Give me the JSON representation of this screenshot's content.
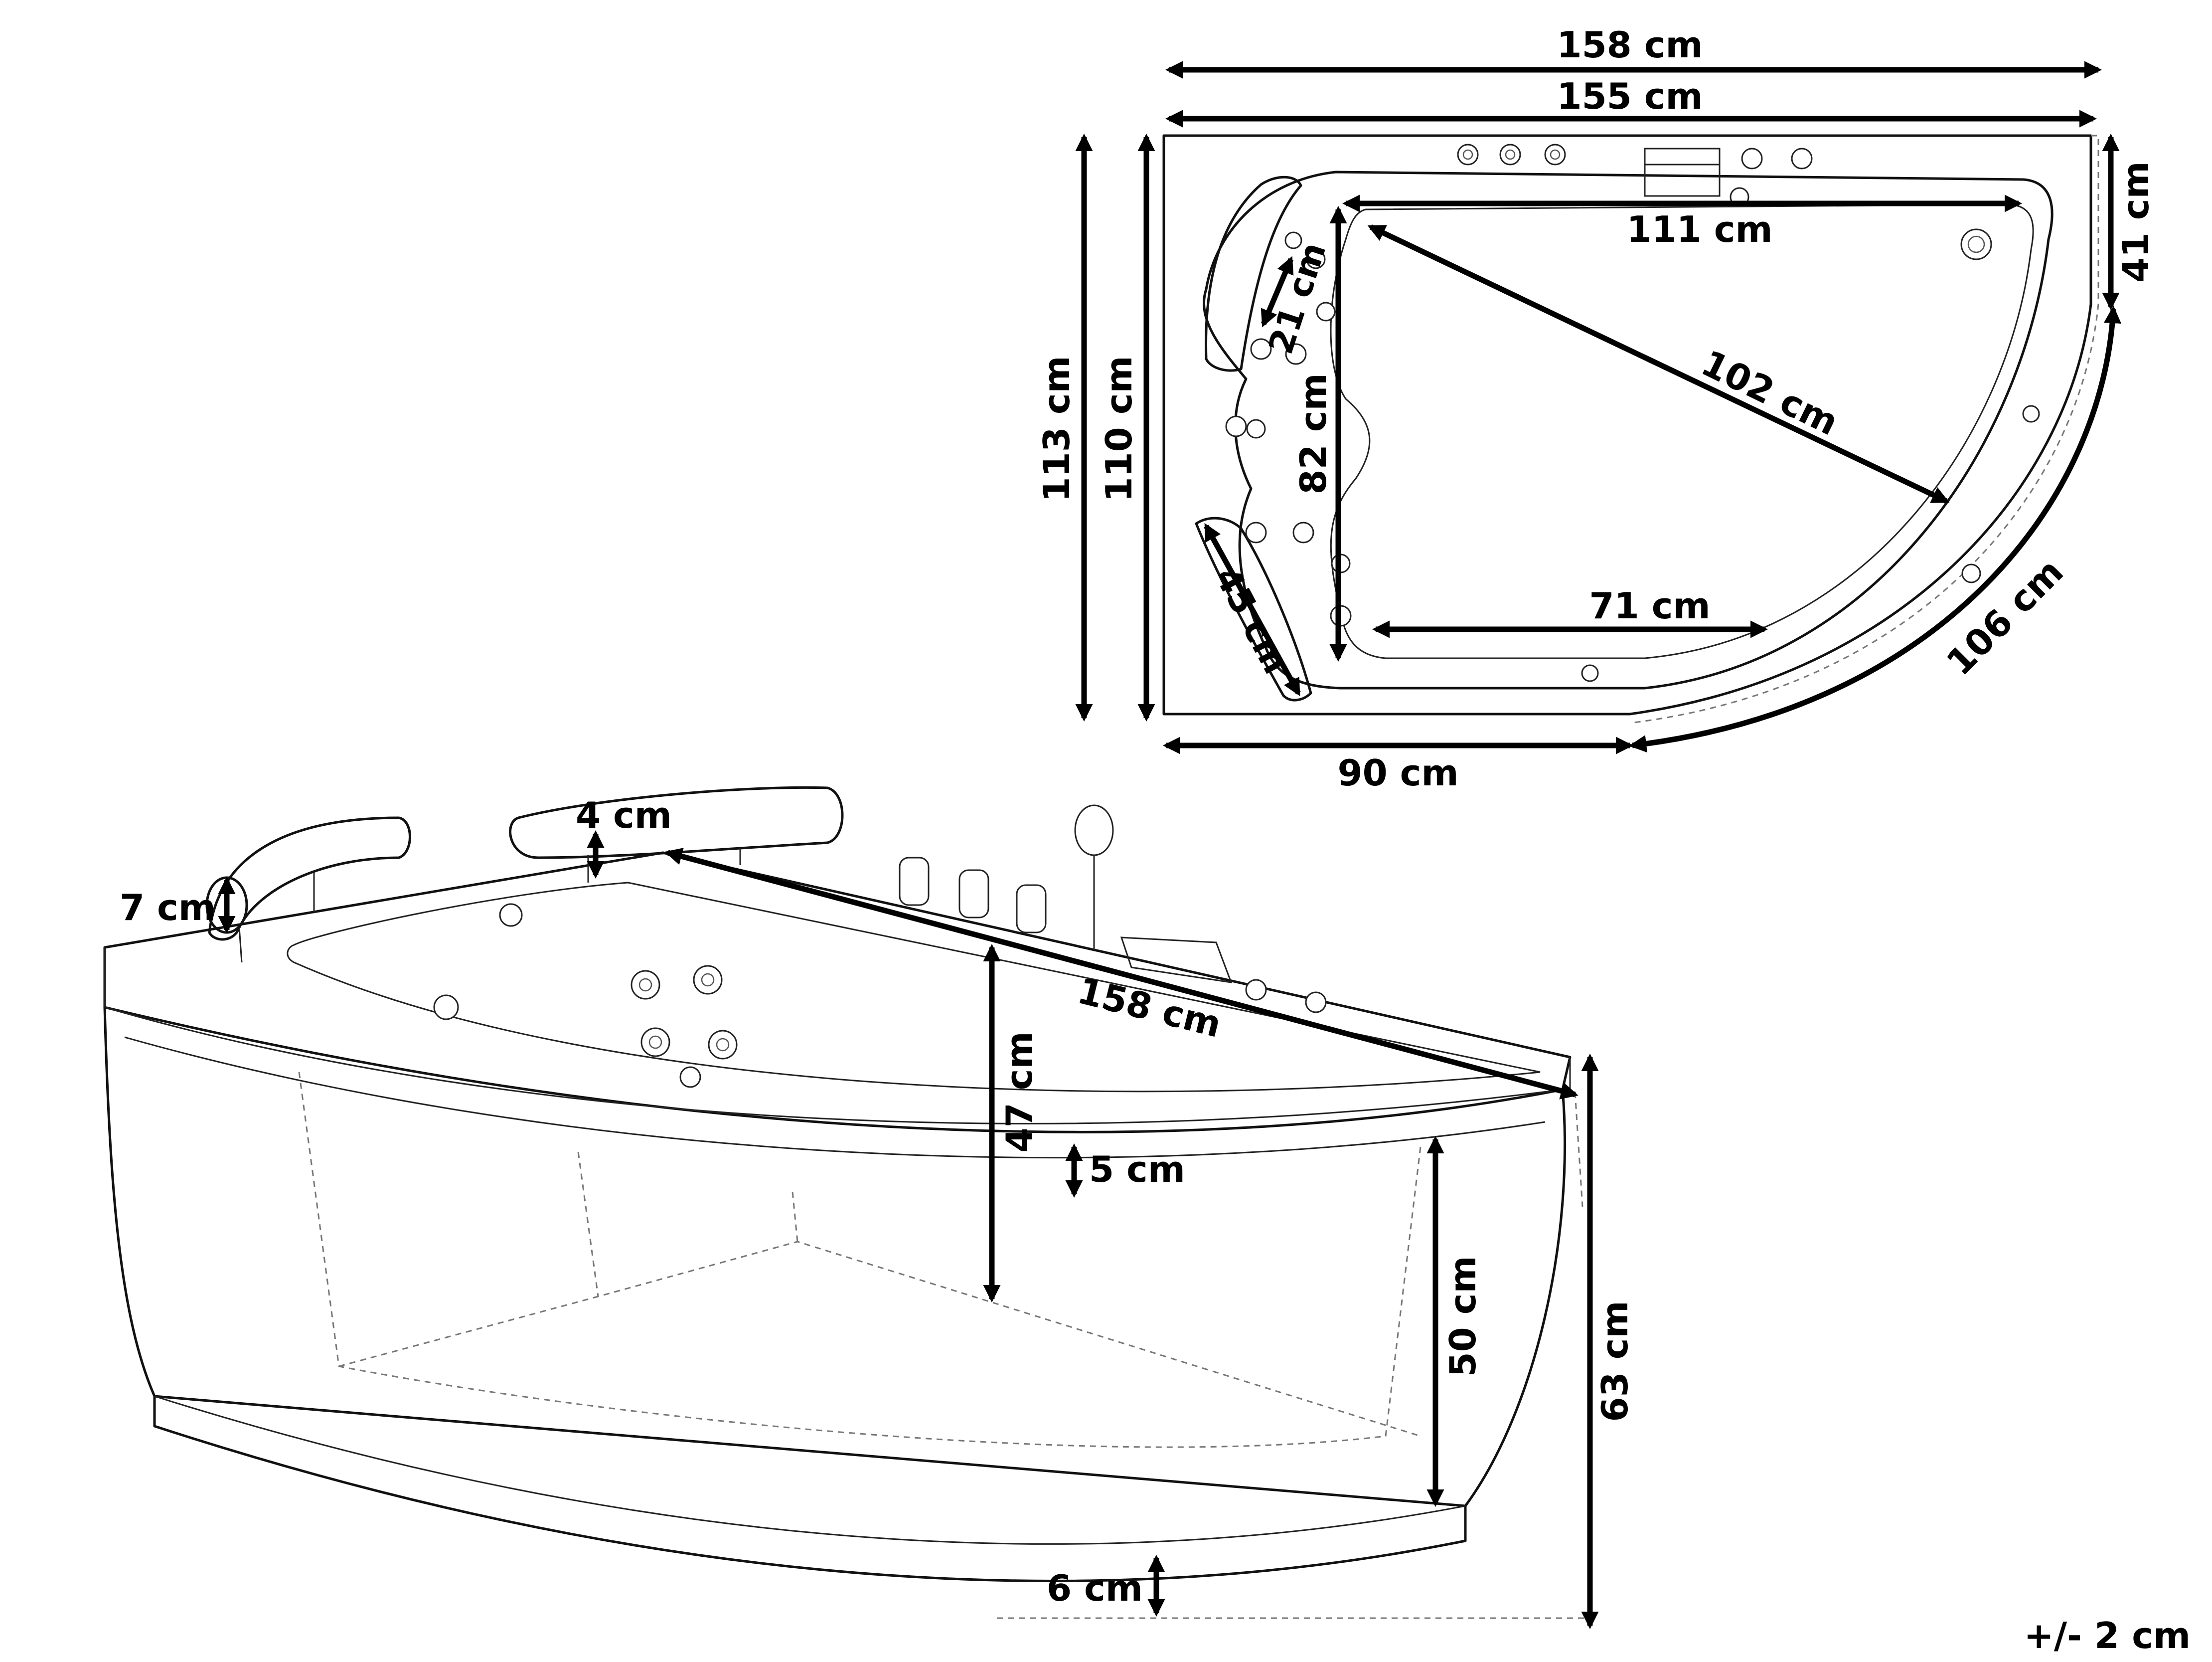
{
  "plan_view": {
    "width_outer": "158 cm",
    "width_inner": "155 cm",
    "height_outer": "113 cm",
    "height_inner": "110 cm",
    "basin_length": "111 cm",
    "diagonal": "102 cm",
    "basin_depth": "82 cm",
    "headrest_small": "21 cm",
    "headrest_large": "45 cm",
    "basin_bottom": "71 cm",
    "straight_side": "41 cm",
    "curve_length": "106 cm",
    "front_width": "90 cm"
  },
  "side_view": {
    "pillow_height": "7 cm",
    "rim_height": "4 cm",
    "diagonal_length": "158 cm",
    "inner_depth": "47 cm",
    "rim_thickness": "5 cm",
    "panel_height": "50 cm",
    "total_height": "63 cm",
    "base_height": "6 cm"
  },
  "tolerance": "+/- 2 cm"
}
